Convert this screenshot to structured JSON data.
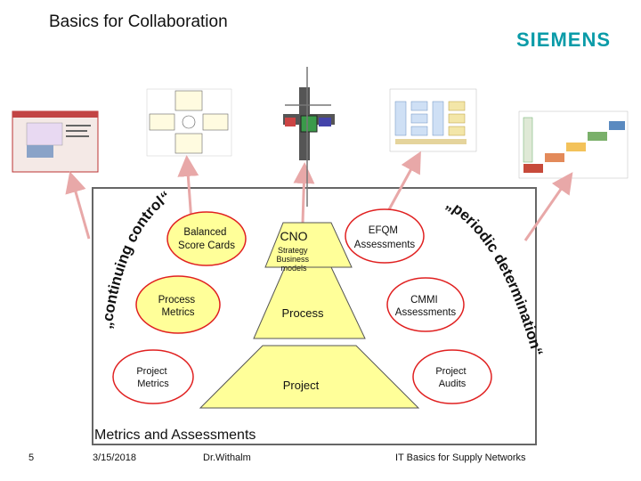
{
  "header": {
    "title": "Basics for Collaboration",
    "logo": "SIEMENS"
  },
  "diagram": {
    "ellipses": {
      "balanced": "Balanced Score Cards",
      "process_metrics": "Process Metrics",
      "project_metrics": "Project Metrics",
      "efqm": "EFQM Assessments",
      "cmmi": "CMMI Assessments",
      "project_audits": "Project Audits"
    },
    "pyramid": {
      "top_title": "CNO",
      "top_sub": "Strategy Business models",
      "middle": "Process",
      "bottom": "Project"
    },
    "arcs": {
      "left": "„continuing control“",
      "right": "„periodic determination“"
    },
    "caption": "Metrics and Assessments"
  },
  "footer": {
    "page": "5",
    "date": "3/15/2018",
    "author": "Dr.Withalm",
    "subtitle": "IT Basics for Supply Networks"
  },
  "colors": {
    "ellipse_stroke": "#e02020",
    "pyramid_fill": "#ffff99",
    "arrow": "#e8a8a8",
    "logo": "#0a9ba8"
  }
}
